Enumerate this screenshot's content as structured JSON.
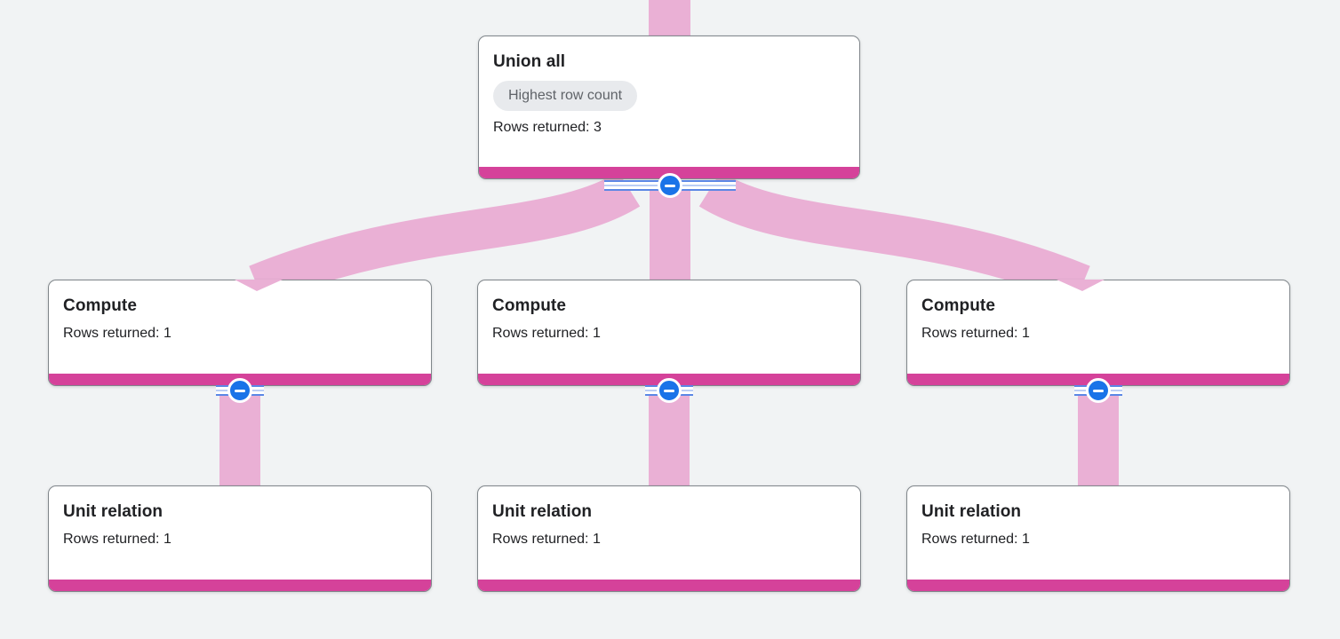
{
  "diagram_type": "query-execution-graph",
  "nodes": [
    {
      "id": "union-all",
      "title": "Union all",
      "badge": "Highest row count",
      "rows": "Rows returned: 3",
      "collapsible": true
    },
    {
      "id": "compute-1",
      "title": "Compute",
      "rows": "Rows returned: 1",
      "collapsible": true
    },
    {
      "id": "compute-2",
      "title": "Compute",
      "rows": "Rows returned: 1",
      "collapsible": true
    },
    {
      "id": "compute-3",
      "title": "Compute",
      "rows": "Rows returned: 1",
      "collapsible": true
    },
    {
      "id": "unit-relation-1",
      "title": "Unit relation",
      "rows": "Rows returned: 1",
      "collapsible": false
    },
    {
      "id": "unit-relation-2",
      "title": "Unit relation",
      "rows": "Rows returned: 1",
      "collapsible": false
    },
    {
      "id": "unit-relation-3",
      "title": "Unit relation",
      "rows": "Rows returned: 1",
      "collapsible": false
    }
  ],
  "edges": [
    {
      "from": "union-all",
      "to": "offscreen-parent-top"
    },
    {
      "from": "compute-1",
      "to": "union-all"
    },
    {
      "from": "compute-2",
      "to": "union-all"
    },
    {
      "from": "compute-3",
      "to": "union-all"
    },
    {
      "from": "unit-relation-1",
      "to": "compute-1"
    },
    {
      "from": "unit-relation-2",
      "to": "compute-2"
    },
    {
      "from": "unit-relation-3",
      "to": "compute-3"
    }
  ],
  "icons": {
    "collapse_button": "minus-icon"
  },
  "colors": {
    "background": "#f1f3f4",
    "card_background": "#ffffff",
    "card_border": "#80868b",
    "accent_bar": "#d5429a",
    "edge_ribbon": "#eab0d5",
    "collapse_button_blue": "#1a73e8",
    "collapse_rail_blue": "#5b87e5",
    "badge_background": "#e8eaed",
    "badge_text": "#5f6368",
    "text": "#202124"
  }
}
